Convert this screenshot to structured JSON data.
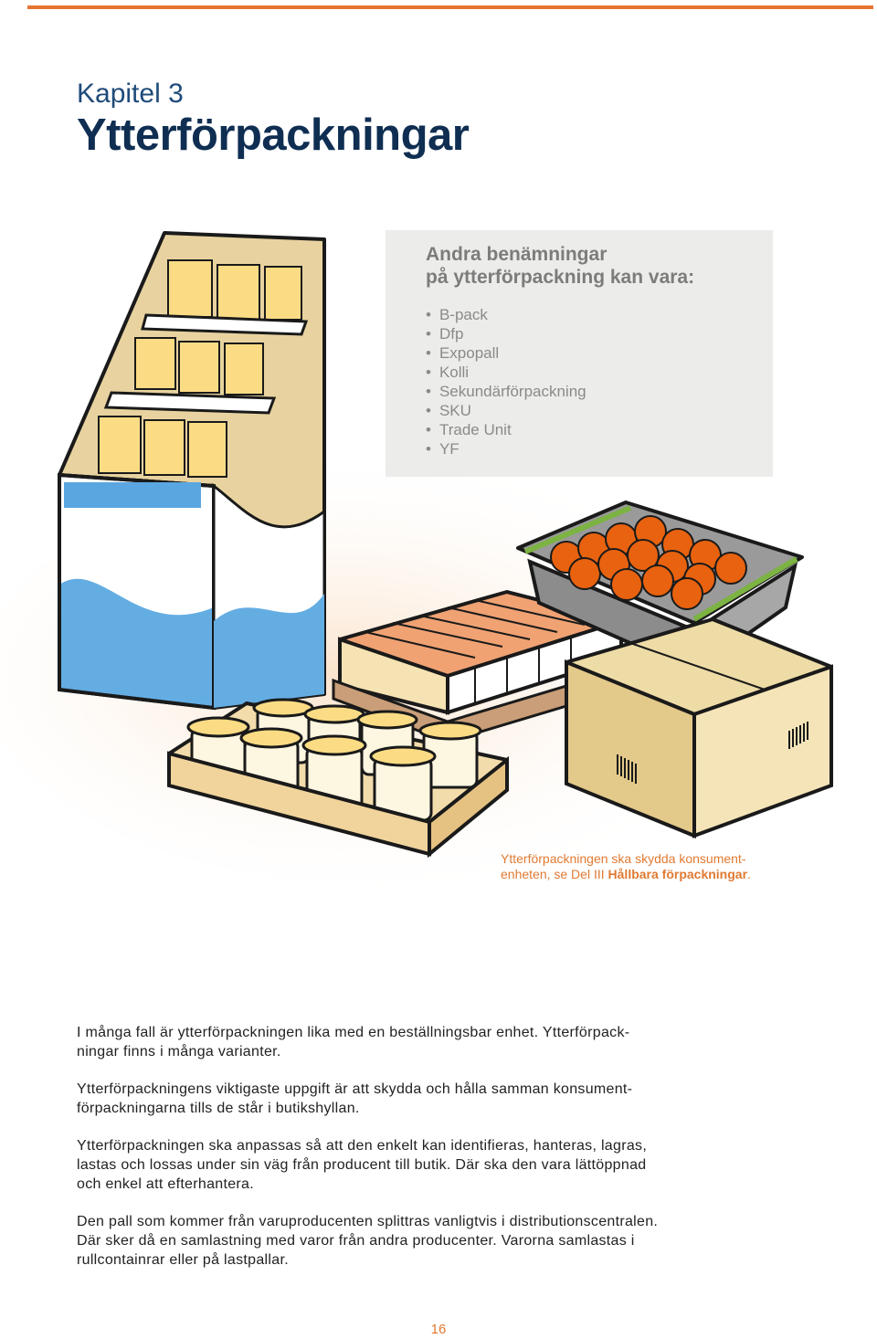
{
  "header": {
    "chapter_label": "Kapitel 3",
    "chapter_title": "Ytterförpackningar"
  },
  "names_box": {
    "heading_line1": "Andra benämningar",
    "heading_line2": "på ytterförpackning kan vara:",
    "items": [
      "B-pack",
      "Dfp",
      "Expopall",
      "Kolli",
      "Sekundärförpackning",
      "SKU",
      "Trade Unit",
      "YF"
    ]
  },
  "caption": {
    "line1": "Ytterförpackningen ska skydda konsument-",
    "line2_prefix": "enheten, se Del III ",
    "line2_bold": "Hållbara förpackningar",
    "line2_suffix": "."
  },
  "paragraphs": [
    {
      "lines": [
        "I många fall är ytterförpackningen lika med en beställningsbar enhet. Ytterförpack-",
        "ningar finns i många varianter."
      ]
    },
    {
      "lines": [
        "Ytterförpackningens viktigaste uppgift är att skydda och hålla samman konsument-",
        "förpackningarna tills de står i butikshyllan."
      ]
    },
    {
      "lines": [
        "Ytterförpackningen ska anpassas så att den enkelt kan identifieras, hanteras, lagras,",
        "lastas och lossas under sin väg från producent till butik. Där ska den vara lättöppnad",
        "och enkel att efterhantera."
      ]
    },
    {
      "lines": [
        "Den pall som kommer från varuproducenten splittras vanligtvis i distributionscentralen.",
        "Där sker då en samlastning med varor från andra producenter. Varorna samlastas i",
        "rullcontainrar eller på lastpallar."
      ]
    }
  ],
  "footer": {
    "page_number": "16"
  },
  "colors": {
    "accent_orange": "#e67433",
    "title_navy": "#0f2e52",
    "panel_gray": "#ececea"
  },
  "illustration": {
    "description_icons": [
      "display-box-icon",
      "egg-carton-icon",
      "crate-of-oranges-icon",
      "jar-tray-icon",
      "cardboard-box-icon"
    ]
  }
}
